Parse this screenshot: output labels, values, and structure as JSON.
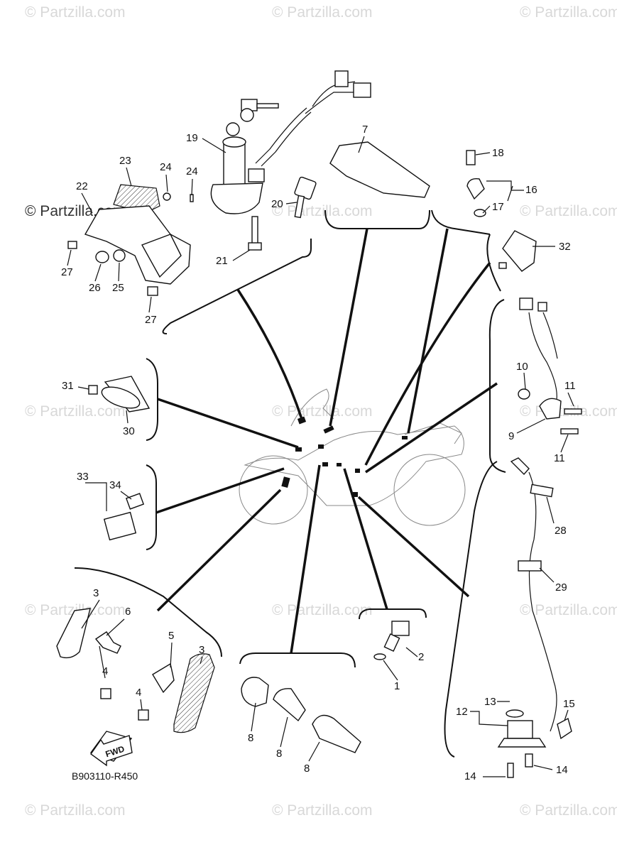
{
  "watermark": "© Partzilla.com",
  "diagram_code": "B903110-R450",
  "fwd_label": "FWD",
  "callouts": {
    "c1": "1",
    "c2": "2",
    "c3a": "3",
    "c3b": "3",
    "c4a": "4",
    "c4b": "4",
    "c5": "5",
    "c6": "6",
    "c7": "7",
    "c8a": "8",
    "c8b": "8",
    "c8c": "8",
    "c9": "9",
    "c10": "10",
    "c11a": "11",
    "c11b": "11",
    "c12": "12",
    "c13": "13",
    "c14a": "14",
    "c14b": "14",
    "c15": "15",
    "c16": "16",
    "c17": "17",
    "c18": "18",
    "c19": "19",
    "c20": "20",
    "c21": "21",
    "c22": "22",
    "c23": "23",
    "c24a": "24",
    "c24b": "24",
    "c25": "25",
    "c26": "26",
    "c27a": "27",
    "c27b": "27",
    "c28": "28",
    "c29": "29",
    "c30": "30",
    "c31": "31",
    "c32": "32",
    "c33": "33",
    "c34": "34"
  }
}
